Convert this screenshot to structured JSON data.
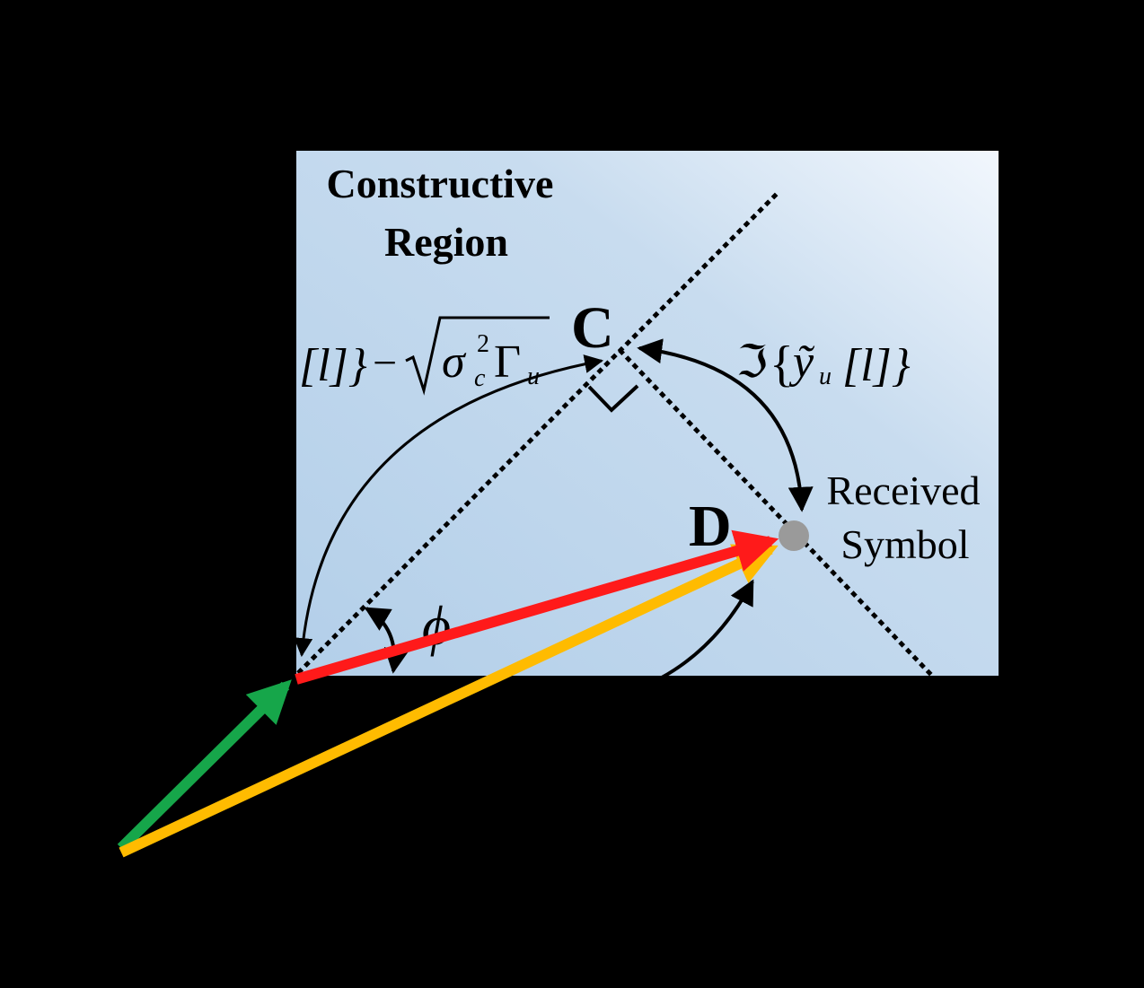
{
  "region": {
    "title_line1": "Constructive",
    "title_line2": "Region"
  },
  "points": {
    "c_label": "C",
    "d_label": "D"
  },
  "received": {
    "line1": "Received",
    "line2": "Symbol"
  },
  "math": {
    "left_bracket_l": "[l]}",
    "minus": "−",
    "sigma": "σ",
    "sub_c": "c",
    "sup_2": "2",
    "gamma": "Γ",
    "sub_u": "u",
    "imag": "ℑ",
    "brace_open": "{",
    "y_tilde": "ỹ",
    "bracket_l": "[l]}",
    "phi": "ϕ"
  },
  "colors": {
    "background": "#000000",
    "region_light": "#eef5fc",
    "region_dark": "#b4d0ea",
    "red_vector": "#ff1a1a",
    "yellow_vector": "#ffbb00",
    "green_vector": "#16a64a",
    "received_point": "#9a9a9a"
  }
}
